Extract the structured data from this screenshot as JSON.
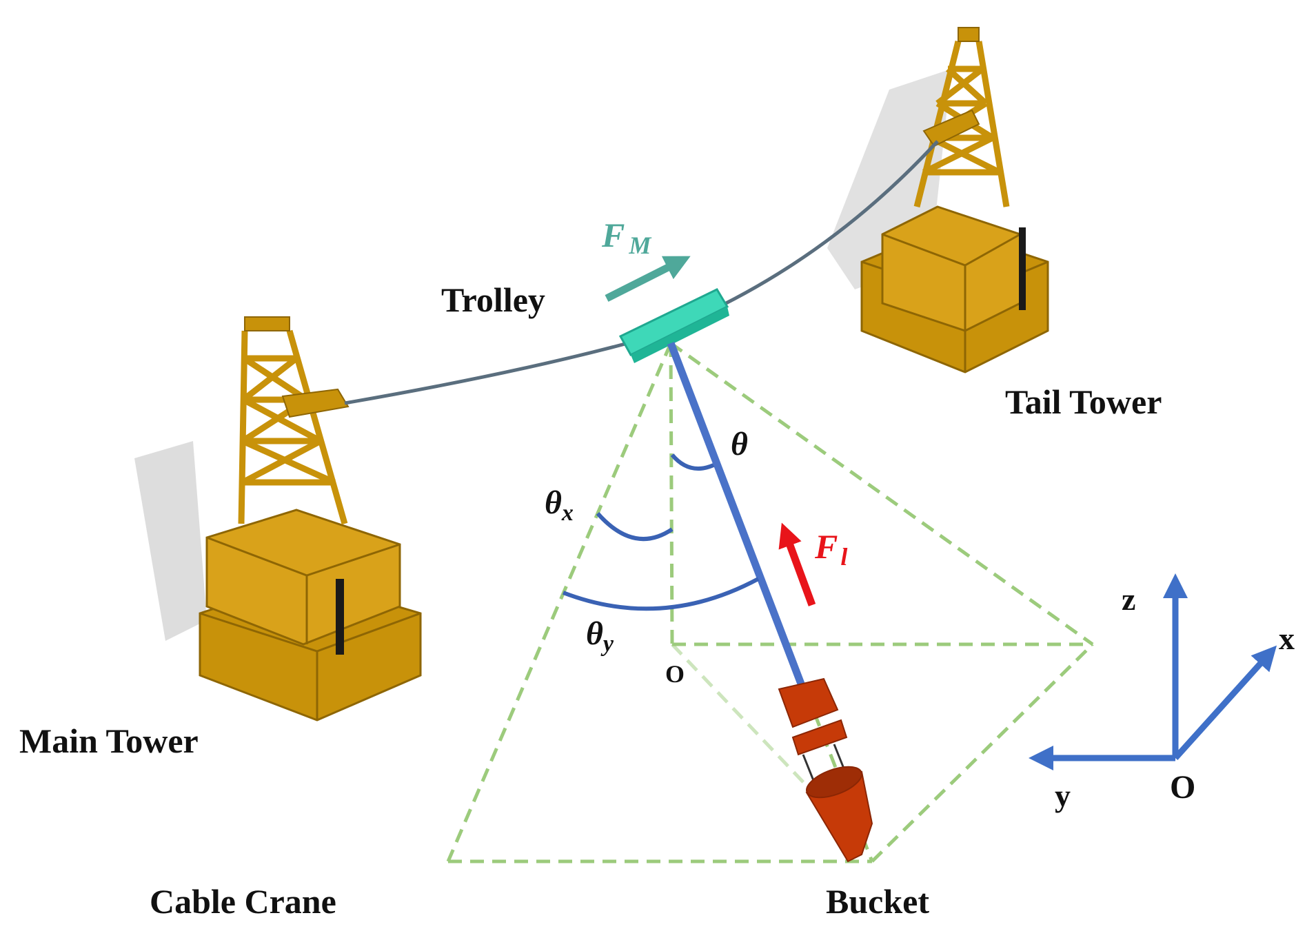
{
  "labels": {
    "main_tower": "Main Tower",
    "tail_tower": "Tail Tower",
    "trolley": "Trolley",
    "cable_crane": "Cable Crane",
    "bucket": "Bucket",
    "origin_small": "O",
    "origin_axes": "O",
    "axis_x": "x",
    "axis_y": "y",
    "axis_z": "z"
  },
  "symbols": {
    "theta": "θ",
    "theta_x": {
      "base": "θ",
      "sub": "x"
    },
    "theta_y": {
      "base": "θ",
      "sub": "y"
    },
    "force_trolley": {
      "base": "F",
      "sub": "M"
    },
    "force_lift": {
      "base": "F",
      "sub": "l"
    }
  },
  "colors": {
    "tower": "#C8920A",
    "tower_dark": "#8E6604",
    "cable": "#5A6E7E",
    "trolley": "#3ED8B8",
    "rope": "#4A72C8",
    "angle_arc": "#3A62B4",
    "dashed": "#9CCB7C",
    "bucket": "#C63A08",
    "force_trolley": "#4FA89A",
    "force_lift": "#E8141A",
    "axes": "#3F70C8",
    "shadow": "#D4D4D4"
  }
}
